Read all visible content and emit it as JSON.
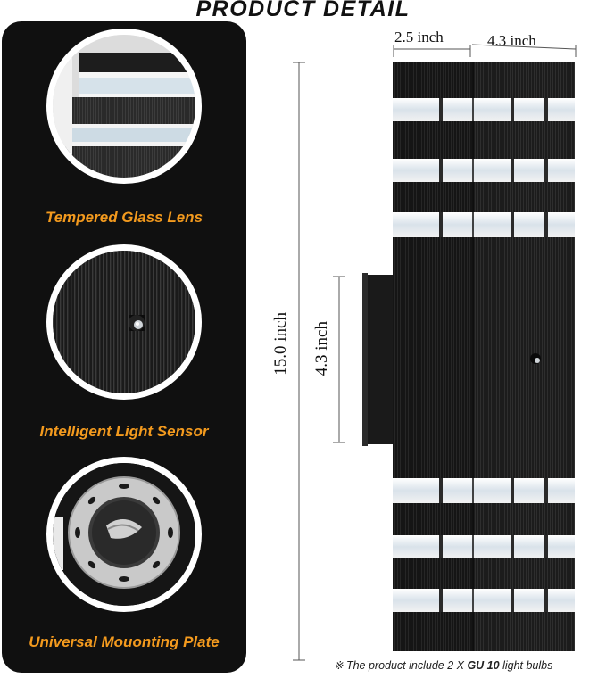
{
  "title": "PRODUCT DETAIL",
  "features": [
    {
      "label": "Tempered Glass Lens",
      "icon": "glass-lens-closeup"
    },
    {
      "label": "Intelligent Light Sensor",
      "icon": "light-sensor-closeup"
    },
    {
      "label": "Universal Mouonting Plate",
      "icon": "mounting-plate-closeup"
    }
  ],
  "dimensions": {
    "depth": "2.5 inch",
    "width": "4.3 inch",
    "height": "15.0 inch",
    "plate_height": "4.3 inch"
  },
  "note": {
    "prefix": "※ The product include 2 X ",
    "bold": "GU 10",
    "suffix": " light bulbs"
  },
  "colors": {
    "accent": "#f39a1e",
    "panel": "#101010",
    "fixture": "#1c1c1c"
  }
}
